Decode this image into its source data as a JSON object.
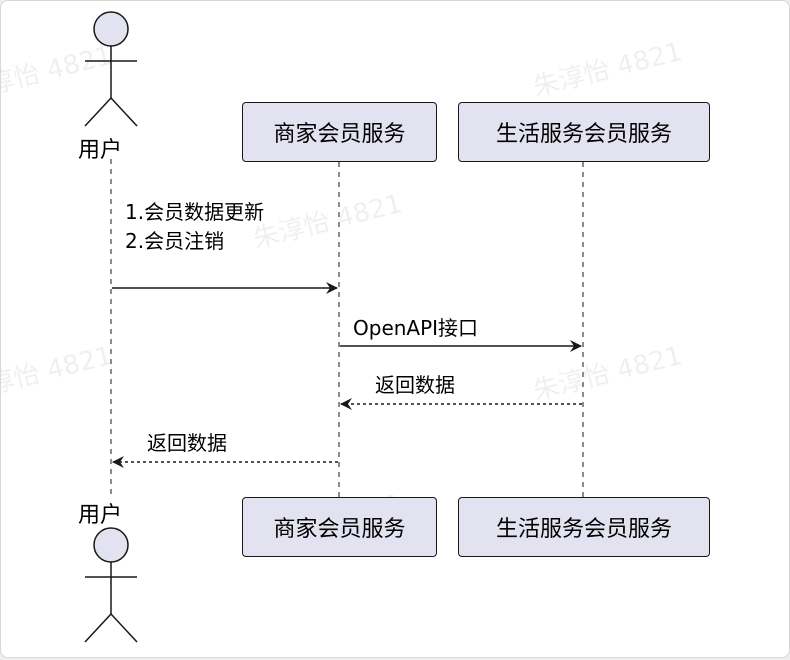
{
  "colors": {
    "participant_fill": "#e2e2f0",
    "stroke": "#181818",
    "background": "#ffffff"
  },
  "watermark": "朱淳怡 4821",
  "participants": {
    "user": {
      "label": "用户",
      "icon": "stick-figure-actor-icon"
    },
    "merchant": {
      "label": "商家会员服务"
    },
    "life": {
      "label": "生活服务会员服务"
    }
  },
  "messages": [
    {
      "from": "用户",
      "to": "商家会员服务",
      "style": "solid",
      "lines": [
        "1.会员数据更新",
        "2.会员注销"
      ]
    },
    {
      "from": "商家会员服务",
      "to": "生活服务会员服务",
      "style": "solid",
      "lines": [
        "OpenAPI接口"
      ]
    },
    {
      "from": "生活服务会员服务",
      "to": "商家会员服务",
      "style": "dashed",
      "lines": [
        "返回数据"
      ]
    },
    {
      "from": "商家会员服务",
      "to": "用户",
      "style": "dashed",
      "lines": [
        "返回数据"
      ]
    }
  ]
}
